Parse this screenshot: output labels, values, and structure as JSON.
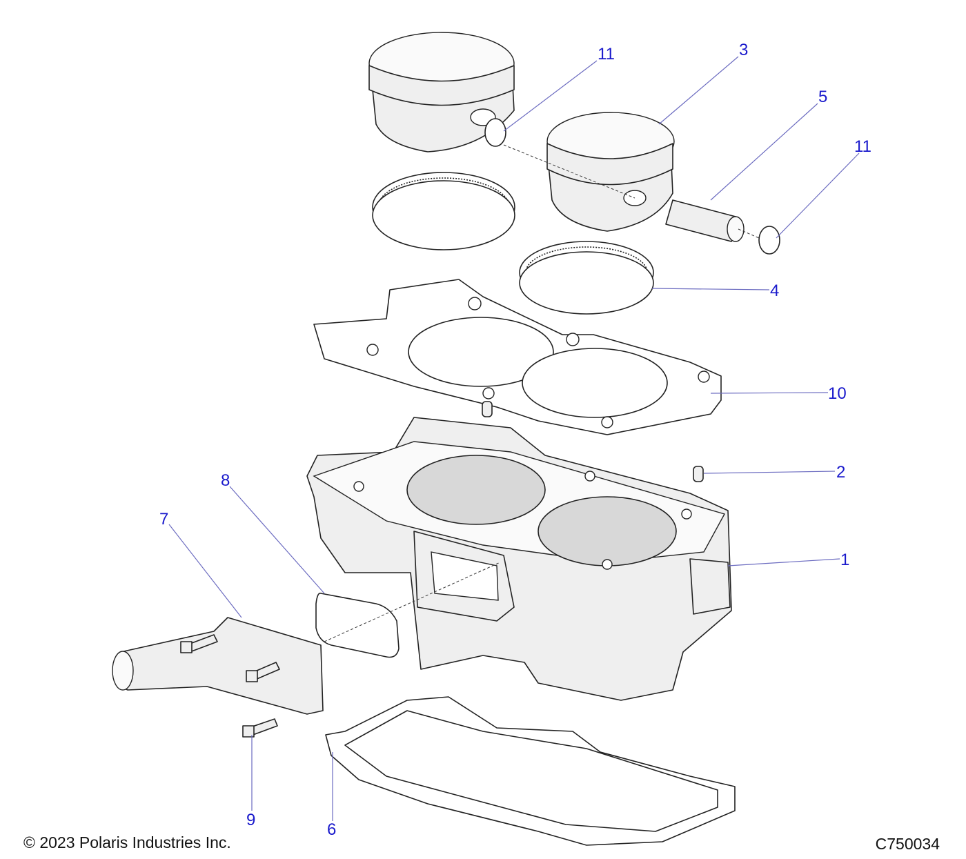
{
  "diagram": {
    "callouts": [
      "11",
      "3",
      "5",
      "11",
      "4",
      "10",
      "2",
      "8",
      "7",
      "1",
      "9",
      "6"
    ],
    "colors": {
      "callout": "#1a1acc",
      "leader": "#6b6bc0"
    }
  },
  "footer": {
    "copyright": "© 2023 Polaris Industries Inc.",
    "figure_id": "C750034"
  }
}
